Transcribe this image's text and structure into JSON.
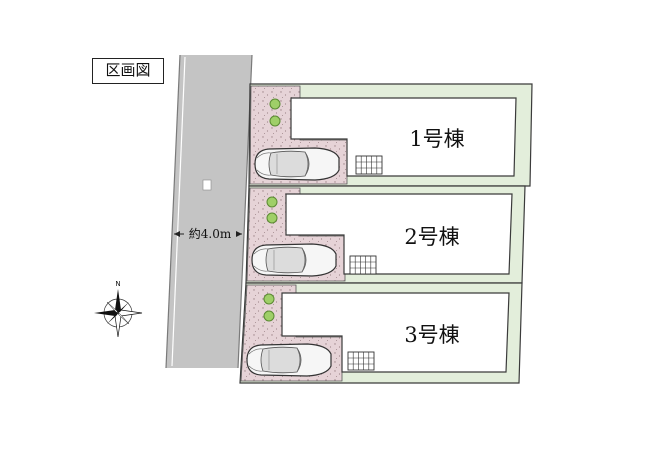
{
  "legend": {
    "label": "区画図"
  },
  "road": {
    "width_label": "約4.0m"
  },
  "lots": [
    {
      "label": "1号棟"
    },
    {
      "label": "2号棟"
    },
    {
      "label": "3号棟"
    }
  ],
  "compass": {
    "north_label": "N"
  },
  "colors": {
    "lot_green": "#e3eedb",
    "lot_border": "#3b3b3b",
    "road_gray": "#c4c4c4",
    "paving_pink": "#e6d3d7",
    "shrub": "#9fcf68"
  }
}
